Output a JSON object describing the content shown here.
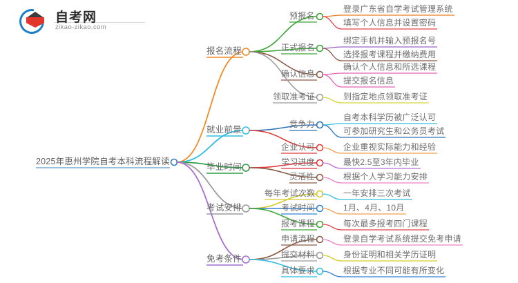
{
  "logo": {
    "name": "自考网",
    "url": "zikao-zikao.com",
    "mark_icon": "graduation-cap-book-logo"
  },
  "mindmap": {
    "root": {
      "label": "2025年惠州学院自考本科流程解读",
      "color": "#2f7fc1"
    },
    "branches": [
      {
        "label": "报名流程",
        "color": "#f08a24",
        "children": [
          {
            "label": "预报名",
            "color": "#3aa635",
            "leaves": [
              {
                "label": "登录广东省自学考试管理系统",
                "color": "#f07c1f"
              },
              {
                "label": "填写个人信息并设置密码",
                "color": "#e0454b"
              }
            ]
          },
          {
            "label": "正式报名",
            "color": "#3aa635",
            "leaves": [
              {
                "label": "绑定手机并输入预报名号",
                "color": "#9a63c8"
              },
              {
                "label": "选择报考课程并缴纳费用",
                "color": "#8a5a44"
              }
            ]
          },
          {
            "label": "确认信息",
            "color": "#8a5a44",
            "leaves": [
              {
                "label": "确认个人信息和所选课程",
                "color": "#e862b8"
              },
              {
                "label": "提交报名信息",
                "color": "#e862b8"
              }
            ]
          },
          {
            "label": "领取准考证",
            "color": "#9b9b9b",
            "leaves": [
              {
                "label": "到指定地点领取准考证",
                "color": "#d6d63a"
              }
            ]
          }
        ]
      },
      {
        "label": "就业前景",
        "color": "#32bde2",
        "children": [
          {
            "label": "竞争力",
            "color": "#2a73b8",
            "leaves": [
              {
                "label": "自考本科学历被广泛认可",
                "color": "#32bde2"
              },
              {
                "label": "可参加研究生和公务员考试",
                "color": "#2a73b8"
              }
            ]
          },
          {
            "label": "企业认可",
            "color": "#e23b3b",
            "leaves": [
              {
                "label": "企业重视实际能力和经验",
                "color": "#f0a050"
              }
            ]
          }
        ]
      },
      {
        "label": "毕业时间",
        "color": "#2f9e46",
        "children": [
          {
            "label": "学习进度",
            "color": "#e2333a",
            "leaves": [
              {
                "label": "最快2.5至3年内毕业",
                "color": "#b96fd6"
              }
            ]
          },
          {
            "label": "灵活性",
            "color": "#8a5a44",
            "leaves": [
              {
                "label": "根据个人学习能力安排",
                "color": "#ee7fc4"
              }
            ]
          }
        ]
      },
      {
        "label": "考试安排",
        "color": "#9b9b9b",
        "children": [
          {
            "label": "每年考试次数",
            "color": "#d6c82a",
            "leaves": [
              {
                "label": "一年安排三次考试",
                "color": "#32bde2"
              }
            ]
          },
          {
            "label": "考试时间",
            "color": "#2f80d6",
            "leaves": [
              {
                "label": "1月、4月、10月",
                "color": "#f0a050"
              }
            ]
          },
          {
            "label": "报考课程",
            "color": "#3aa635",
            "leaves": [
              {
                "label": "每次最多报考四门课程",
                "color": "#e2454b"
              }
            ]
          }
        ]
      },
      {
        "label": "免考条件",
        "color": "#a56fd0",
        "children": [
          {
            "label": "申请流程",
            "color": "#8a5a44",
            "leaves": [
              {
                "label": "登录自学考试系统提交免考申请",
                "color": "#ee7fc4"
              }
            ]
          },
          {
            "label": "提交材料",
            "color": "#9b9b9b",
            "leaves": [
              {
                "label": "身份证明和相关学历证明",
                "color": "#d6c82a"
              }
            ]
          },
          {
            "label": "具体要求",
            "color": "#32bde2",
            "leaves": [
              {
                "label": "根据专业不同可能有所变化",
                "color": "#2f80d6"
              }
            ]
          }
        ]
      }
    ]
  }
}
